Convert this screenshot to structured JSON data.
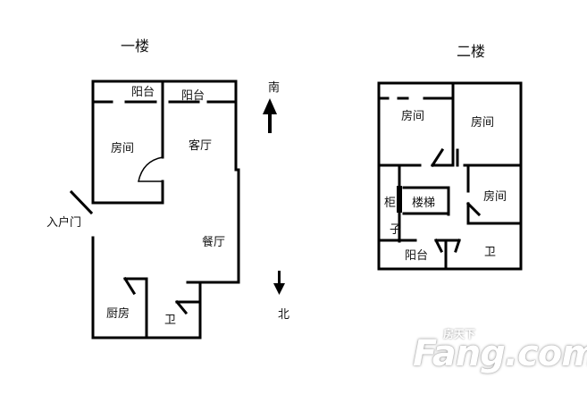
{
  "floor1": {
    "title": "一楼",
    "rooms": {
      "balcony_left": "阳台",
      "balcony_right": "阳台",
      "bedroom": "房间",
      "living_room": "客厅",
      "dining_room": "餐厅",
      "kitchen": "厨房",
      "bathroom": "卫",
      "entrance": "入户门"
    }
  },
  "floor2": {
    "title": "二楼",
    "rooms": {
      "bedroom_top_left": "房间",
      "bedroom_top_right": "房间",
      "bedroom_right": "房间",
      "stairs": "楼梯",
      "cabinet_top": "柜",
      "cabinet_bottom": "子",
      "balcony": "阳台",
      "bathroom": "卫"
    }
  },
  "compass": {
    "south": "南",
    "north": "北"
  },
  "watermark": {
    "brand": "Fang.com",
    "chinese": "房天下"
  }
}
